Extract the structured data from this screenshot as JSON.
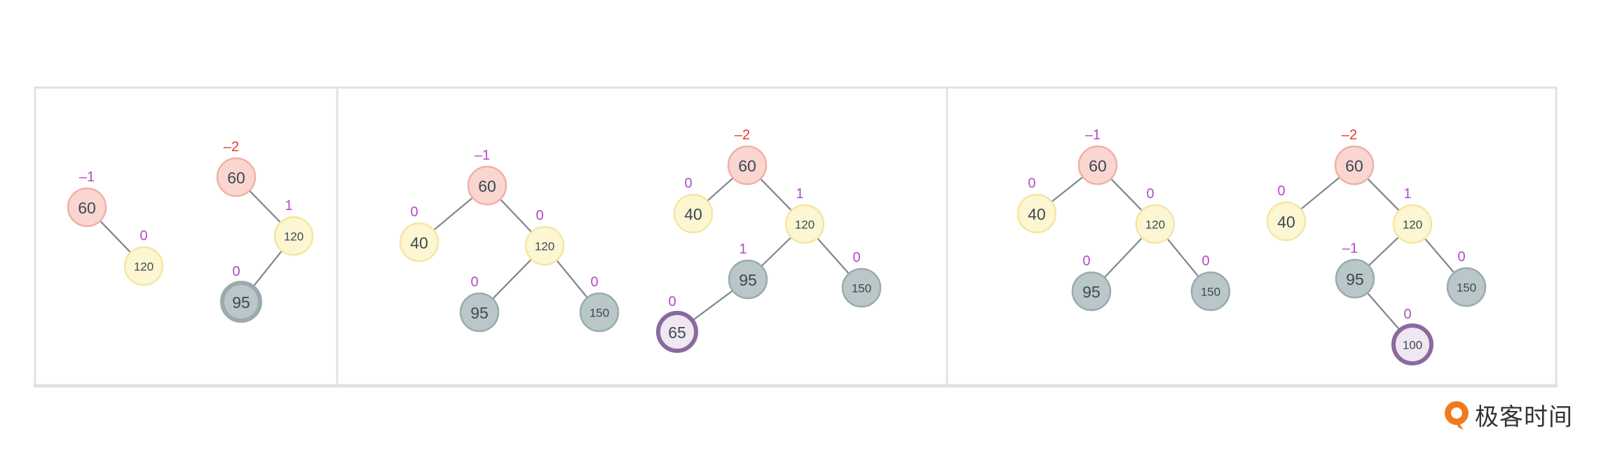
{
  "colors": {
    "pink_fill": "#fad6d0",
    "pink_stroke": "#f1b0a6",
    "yellow_fill": "#fdf6d2",
    "yellow_stroke": "#f5e6a2",
    "gray_fill": "#b9c7c8",
    "gray_stroke": "#9aabad",
    "purple_fill": "#efe8f3",
    "purple_stroke": "#8a6a9e",
    "bf_purple": "#b648c8",
    "bf_red": "#e8392a",
    "edge": "#7d8790",
    "panel_border": "#dde3e4"
  },
  "trees": [
    {
      "nodes": [
        {
          "id": "a",
          "label": "60",
          "bf": "–1",
          "style": "pink",
          "bf_color": "purple"
        },
        {
          "id": "b",
          "label": "120",
          "bf": "0",
          "style": "yellow",
          "bf_color": "purple"
        }
      ],
      "edges": [
        [
          "a",
          "b"
        ]
      ]
    },
    {
      "nodes": [
        {
          "id": "a",
          "label": "60",
          "bf": "–2",
          "style": "pink",
          "bf_color": "red"
        },
        {
          "id": "b",
          "label": "120",
          "bf": "1",
          "style": "yellow",
          "bf_color": "purple"
        },
        {
          "id": "c",
          "label": "95",
          "bf": "0",
          "style": "gray-bold",
          "bf_color": "purple"
        }
      ],
      "edges": [
        [
          "a",
          "b"
        ],
        [
          "b",
          "c"
        ]
      ]
    },
    {
      "nodes": [
        {
          "id": "a",
          "label": "60",
          "bf": "–1",
          "style": "pink",
          "bf_color": "purple"
        },
        {
          "id": "b",
          "label": "40",
          "bf": "0",
          "style": "yellow",
          "bf_color": "purple"
        },
        {
          "id": "c",
          "label": "120",
          "bf": "0",
          "style": "yellow",
          "bf_color": "purple"
        },
        {
          "id": "d",
          "label": "95",
          "bf": "0",
          "style": "gray",
          "bf_color": "purple"
        },
        {
          "id": "e",
          "label": "150",
          "bf": "0",
          "style": "gray",
          "bf_color": "purple"
        }
      ],
      "edges": [
        [
          "a",
          "b"
        ],
        [
          "a",
          "c"
        ],
        [
          "c",
          "d"
        ],
        [
          "c",
          "e"
        ]
      ]
    },
    {
      "nodes": [
        {
          "id": "a",
          "label": "60",
          "bf": "–2",
          "style": "pink",
          "bf_color": "red"
        },
        {
          "id": "b",
          "label": "40",
          "bf": "0",
          "style": "yellow",
          "bf_color": "purple"
        },
        {
          "id": "c",
          "label": "120",
          "bf": "1",
          "style": "yellow",
          "bf_color": "purple"
        },
        {
          "id": "d",
          "label": "95",
          "bf": "1",
          "style": "gray",
          "bf_color": "purple"
        },
        {
          "id": "e",
          "label": "150",
          "bf": "0",
          "style": "gray",
          "bf_color": "purple"
        },
        {
          "id": "f",
          "label": "65",
          "bf": "0",
          "style": "purple",
          "bf_color": "purple"
        }
      ],
      "edges": [
        [
          "a",
          "b"
        ],
        [
          "a",
          "c"
        ],
        [
          "c",
          "d"
        ],
        [
          "c",
          "e"
        ],
        [
          "d",
          "f"
        ]
      ]
    },
    {
      "nodes": [
        {
          "id": "a",
          "label": "60",
          "bf": "–1",
          "style": "pink",
          "bf_color": "purple"
        },
        {
          "id": "b",
          "label": "40",
          "bf": "0",
          "style": "yellow",
          "bf_color": "purple"
        },
        {
          "id": "c",
          "label": "120",
          "bf": "0",
          "style": "yellow",
          "bf_color": "purple"
        },
        {
          "id": "d",
          "label": "95",
          "bf": "0",
          "style": "gray",
          "bf_color": "purple"
        },
        {
          "id": "e",
          "label": "150",
          "bf": "0",
          "style": "gray",
          "bf_color": "purple"
        }
      ],
      "edges": [
        [
          "a",
          "b"
        ],
        [
          "a",
          "c"
        ],
        [
          "c",
          "d"
        ],
        [
          "c",
          "e"
        ]
      ]
    },
    {
      "nodes": [
        {
          "id": "a",
          "label": "60",
          "bf": "–2",
          "style": "pink",
          "bf_color": "red"
        },
        {
          "id": "b",
          "label": "40",
          "bf": "0",
          "style": "yellow",
          "bf_color": "purple"
        },
        {
          "id": "c",
          "label": "120",
          "bf": "1",
          "style": "yellow",
          "bf_color": "purple"
        },
        {
          "id": "d",
          "label": "95",
          "bf": "–1",
          "style": "gray",
          "bf_color": "purple"
        },
        {
          "id": "e",
          "label": "150",
          "bf": "0",
          "style": "gray",
          "bf_color": "purple"
        },
        {
          "id": "f",
          "label": "100",
          "bf": "0",
          "style": "purple",
          "bf_color": "purple"
        }
      ],
      "edges": [
        [
          "a",
          "b"
        ],
        [
          "a",
          "c"
        ],
        [
          "c",
          "d"
        ],
        [
          "c",
          "e"
        ],
        [
          "d",
          "f"
        ]
      ]
    }
  ],
  "brand": {
    "text": "极客时间",
    "icon": "geektime-logo-icon"
  }
}
